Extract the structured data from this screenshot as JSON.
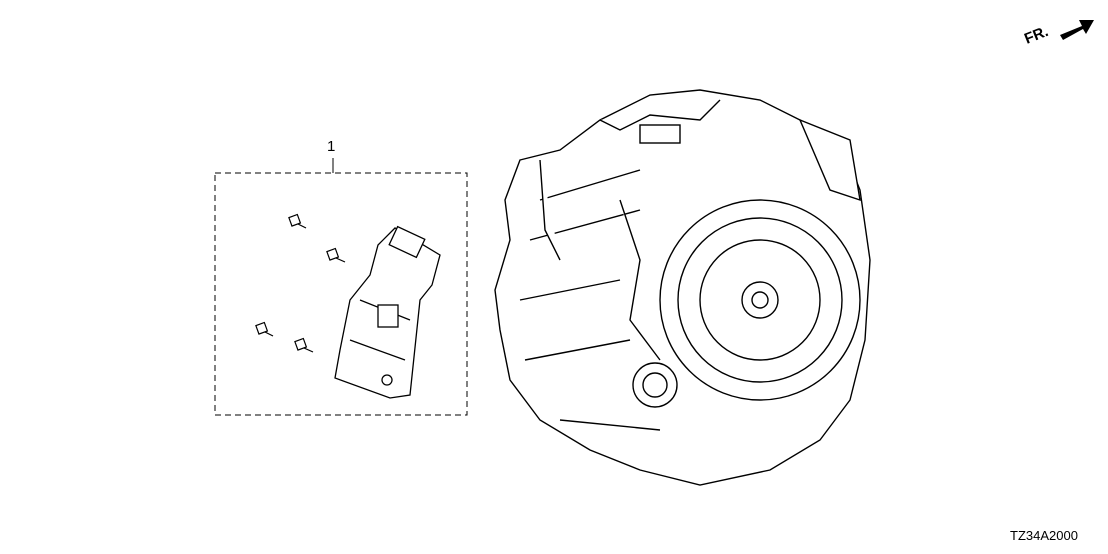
{
  "diagram": {
    "callouts": [
      {
        "label": "1"
      }
    ],
    "orientation_label": "FR.",
    "diagram_code": "TZ34A2000"
  }
}
